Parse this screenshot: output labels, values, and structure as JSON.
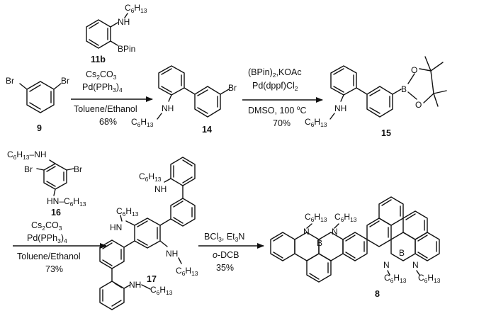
{
  "compounds": {
    "c9": {
      "number": "9",
      "atoms": {
        "br_left": "Br",
        "br_right": "Br"
      }
    },
    "c11b": {
      "number": "11b",
      "atoms": {
        "nh": "NH",
        "r": "C",
        "r_sub": "6",
        "r_sub2": "H",
        "r_sub3": "13",
        "bpin": "BPin"
      }
    },
    "c14": {
      "number": "14",
      "atoms": {
        "nh": "NH",
        "br": "Br",
        "r": "C",
        "r_sub": "6",
        "r_sub2": "H",
        "r_sub3": "13"
      }
    },
    "c15": {
      "number": "15",
      "atoms": {
        "nh": "NH",
        "b": "B",
        "o1": "O",
        "o2": "O",
        "r": "C",
        "r_sub": "6",
        "r_sub2": "H",
        "r_sub3": "13"
      }
    },
    "c16": {
      "number": "16",
      "atoms": {
        "nh_top": "C",
        "nh_top_sub": "6",
        "nh_top_h": "H",
        "nh_top_sub2": "13",
        "nh_top_nh": "–NH",
        "br_left": "Br",
        "br_right": "Br",
        "nh_bottom": "HN–C",
        "nh_bottom_sub": "6",
        "nh_bottom_h": "H",
        "nh_bottom_sub2": "13"
      }
    },
    "c17": {
      "number": "17",
      "atoms": {
        "nh1": "NH",
        "nh2": "HN",
        "nh3": "NH",
        "nh4": "NH",
        "r": "C",
        "r_sub": "6",
        "r_sub2": "H",
        "r_sub3": "13"
      }
    },
    "c8": {
      "number": "8",
      "atoms": {
        "n": "N",
        "b": "B",
        "r": "C",
        "r_sub": "6",
        "r_sub2": "H",
        "r_sub3": "13"
      }
    }
  },
  "reactions": {
    "r1": {
      "line1": "Cs",
      "line1_sub": "2",
      "line1_b": "CO",
      "line1_sub2": "3",
      "line2": "Pd(PPh",
      "line2_sub": "3",
      "line2_b": ")",
      "line2_sub2": "4",
      "line3": "Toluene/Ethanol",
      "yield": "68%"
    },
    "r2": {
      "line1": "(BPin)",
      "line1_sub": "2",
      "line1_b": ",KOAc",
      "line2": "Pd(dppf)Cl",
      "line2_sub": "2",
      "line3": "DMSO, 100 ",
      "line3_sup": "o",
      "line3_b": "C",
      "yield": "70%"
    },
    "r3": {
      "line1": "Cs",
      "line1_sub": "2",
      "line1_b": "CO",
      "line1_sub2": "3",
      "line2": "Pd(PPh",
      "line2_sub": "3",
      "line2_b": ")",
      "line2_sub2": "4",
      "line3": "Toluene/Ethanol",
      "yield": "73%"
    },
    "r4": {
      "line1": "BCl",
      "line1_sub": "3",
      "line1_b": ", Et",
      "line1_sub2": "3",
      "line1_c": "N",
      "line2": "o",
      "line2_b": "-DCB",
      "yield": "35%"
    }
  }
}
